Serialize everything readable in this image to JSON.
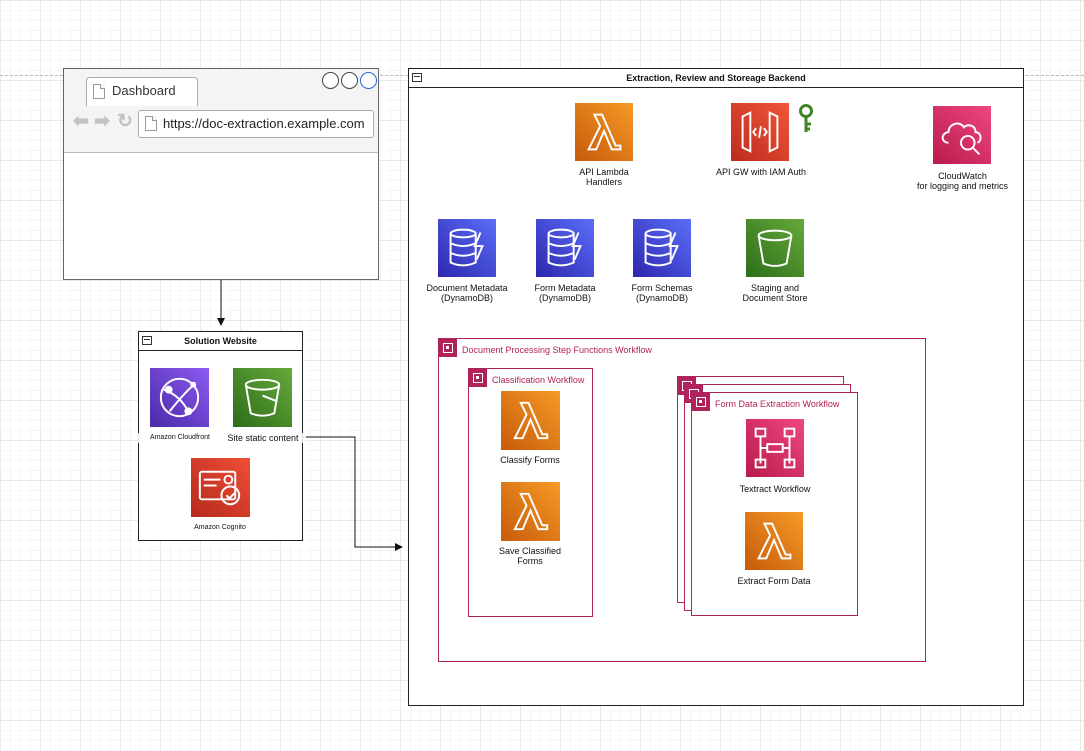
{
  "browser": {
    "tab_title": "Dashboard",
    "url": "https://doc-extraction.example.com",
    "icons": [
      "page-icon",
      "back-arrow-icon",
      "forward-arrow-icon",
      "reload-icon"
    ]
  },
  "site": {
    "title": "Solution Website",
    "cloudfront": "Amazon Cloudfront",
    "s3": "Site static content",
    "cognito": "Amazon Cognito"
  },
  "backend": {
    "title": "Extraction, Review and Storeage Backend",
    "lambda_line1": "API Lambda",
    "lambda_line2": "Handlers",
    "apigw": "API GW with IAM Auth",
    "cloudwatch_line1": "CloudWatch",
    "cloudwatch_line2": "for logging and metrics",
    "docmeta_line1": "Document Metadata",
    "docmeta_line2": "(DynamoDB)",
    "formmeta_line1": "Form Metadata",
    "formmeta_line2": "(DynamoDB)",
    "schemas_line1": "Form Schemas",
    "schemas_line2": "(DynamoDB)",
    "staging_line1": "Staging and",
    "staging_line2": "Document Store"
  },
  "workflows": {
    "main": "Document Processing Step Functions Workflow",
    "classification": "Classification Workflow",
    "classify": "Classify Forms",
    "save_line1": "Save Classified",
    "save_line2": "Forms",
    "form_extract": "Form Data Extraction Workflow",
    "textract": "Textract Workflow",
    "extract": "Extract Form Data"
  },
  "colors": {
    "lambda": "#ed7100",
    "dynamodb": "#3b48cc",
    "s3": "#3f8624",
    "api_gateway": "#e7412c",
    "cloudwatch": "#e7157b",
    "step_functions": "#b0225a",
    "iam_key": "#3f8624"
  }
}
